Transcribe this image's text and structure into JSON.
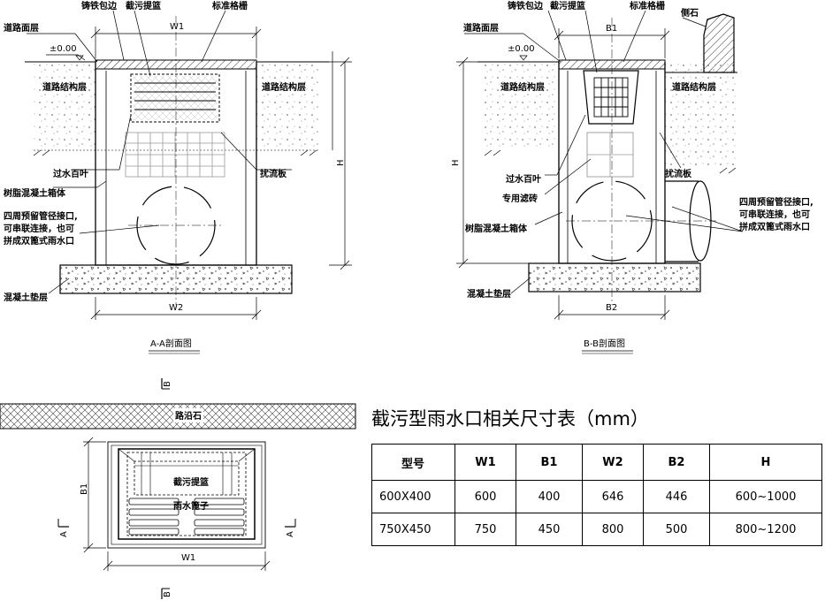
{
  "left_section": {
    "labels": {
      "edge": "铸铁包边",
      "basket": "截污提篮",
      "grate": "标准格栅",
      "road_surface": "道路面层",
      "elevation": "±0.00",
      "structure_left": "道路结构层",
      "structure_right": "道路结构层",
      "louver": "过水百叶",
      "baffle": "扰流板",
      "box": "树脂混凝土箱体",
      "pipe_line1": "四周预留管径接口,",
      "pipe_line2": "可串联连接，也可",
      "pipe_line3": "拼成双篦式雨水口",
      "cushion": "混凝土垫层"
    },
    "dims": {
      "top": "W1",
      "bottom": "W2",
      "height": "H"
    },
    "title": "A-A剖面图"
  },
  "right_section": {
    "labels": {
      "edge": "铸铁包边",
      "basket": "截污提篮",
      "grate": "标准格栅",
      "curb": "侧石",
      "road_surface": "道路面层",
      "elevation": "±0.00",
      "structure_left": "道路结构层",
      "structure_right": "道路结构层",
      "louver": "过水百叶",
      "filter": "专用滤砖",
      "baffle": "扰流板",
      "box": "树脂混凝土箱体",
      "pipe_line1": "四周预留管径接口,",
      "pipe_line2": "可串联连接，也可",
      "pipe_line3": "拼成双篦式雨水口",
      "cushion": "混凝土垫层"
    },
    "dims": {
      "top": "B1",
      "bottom": "B2",
      "height": "H"
    },
    "title": "B-B剖面图"
  },
  "plan_view": {
    "curb": "路沿石",
    "basket": "截污提篮",
    "grate": "雨水篦子",
    "dim_w": "W1",
    "dim_b": "B1",
    "cut_a": "A",
    "cut_b": "B"
  },
  "table": {
    "title": "截污型雨水口相关尺寸表（mm）",
    "headers": [
      "型号",
      "W1",
      "B1",
      "W2",
      "B2",
      "H"
    ],
    "rows": [
      [
        "600X400",
        "600",
        "400",
        "646",
        "446",
        "600~1000"
      ],
      [
        "750X450",
        "750",
        "450",
        "800",
        "500",
        "800~1200"
      ]
    ]
  }
}
